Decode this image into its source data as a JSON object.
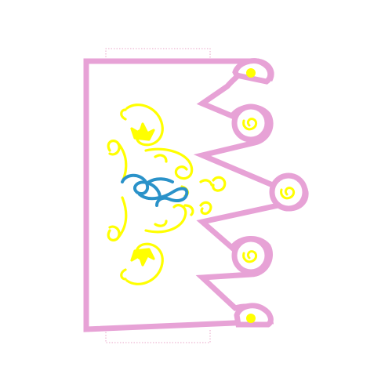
{
  "design": {
    "type": "crown-embroidery-pattern",
    "monogram_letter": "B",
    "colors": {
      "background": "#ffffff",
      "outline": "#e7a2d6",
      "flourish": "#ffff00",
      "monogram": "#2a92c9",
      "dotted_guide": "#e9a6c8"
    },
    "counts": {
      "crown_points": 5,
      "flourish_groups": 2
    }
  }
}
